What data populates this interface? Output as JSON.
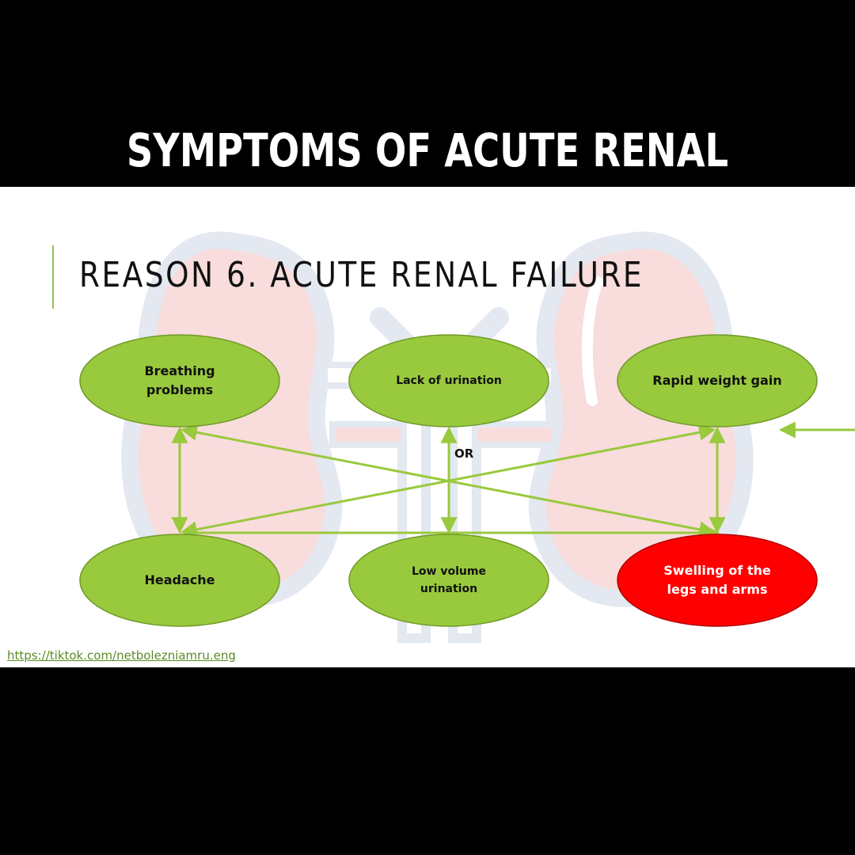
{
  "banner": {
    "title": "SYMPTOMS OF ACUTE RENAL FAILURE"
  },
  "slide": {
    "heading": "REASON 6. ACUTE RENAL FAILURE",
    "connector_label": "OR",
    "source_link": "https://tiktok.com/netbolezniamru.eng",
    "background_icon": "kidneys-illustration"
  },
  "nodes": {
    "breathing": {
      "line1": "Breathing",
      "line2": "problems"
    },
    "lack_urination": {
      "line1": "Lack of urination"
    },
    "weight_gain": {
      "line1": "Rapid weight gain"
    },
    "headache": {
      "line1": "Headache"
    },
    "low_volume": {
      "line1": "Low volume",
      "line2": "urination"
    },
    "swelling": {
      "line1": "Swelling of the",
      "line2": "legs and arms"
    }
  },
  "colors": {
    "node_fill": "#99c93d",
    "node_stroke": "#6f9a27",
    "highlight_fill": "#ff0000",
    "arrow": "#99c93d",
    "kidney_fill": "#f9dcdc",
    "kidney_outline": "#e3e8f1"
  }
}
